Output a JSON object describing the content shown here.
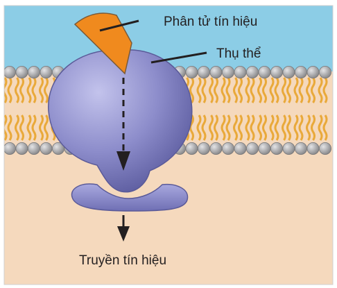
{
  "diagram": {
    "labels": {
      "signal_molecule": "Phân tử tín hiệu",
      "receptor": "Thụ thể",
      "signal_transduction": "Truyền tín hiệu"
    },
    "colors": {
      "extracellular": "#8ccde6",
      "cytoplasm": "#f5d9bd",
      "phospholipid_head": "#9d9d9f",
      "lipid_tail": "#e9a93a",
      "receptor": "#8a8ac7",
      "receptor_dark": "#6565a6",
      "signal_molecule": "#f08a1e",
      "relay_protein": "#8f8fcf",
      "arrow": "#231f20"
    }
  }
}
